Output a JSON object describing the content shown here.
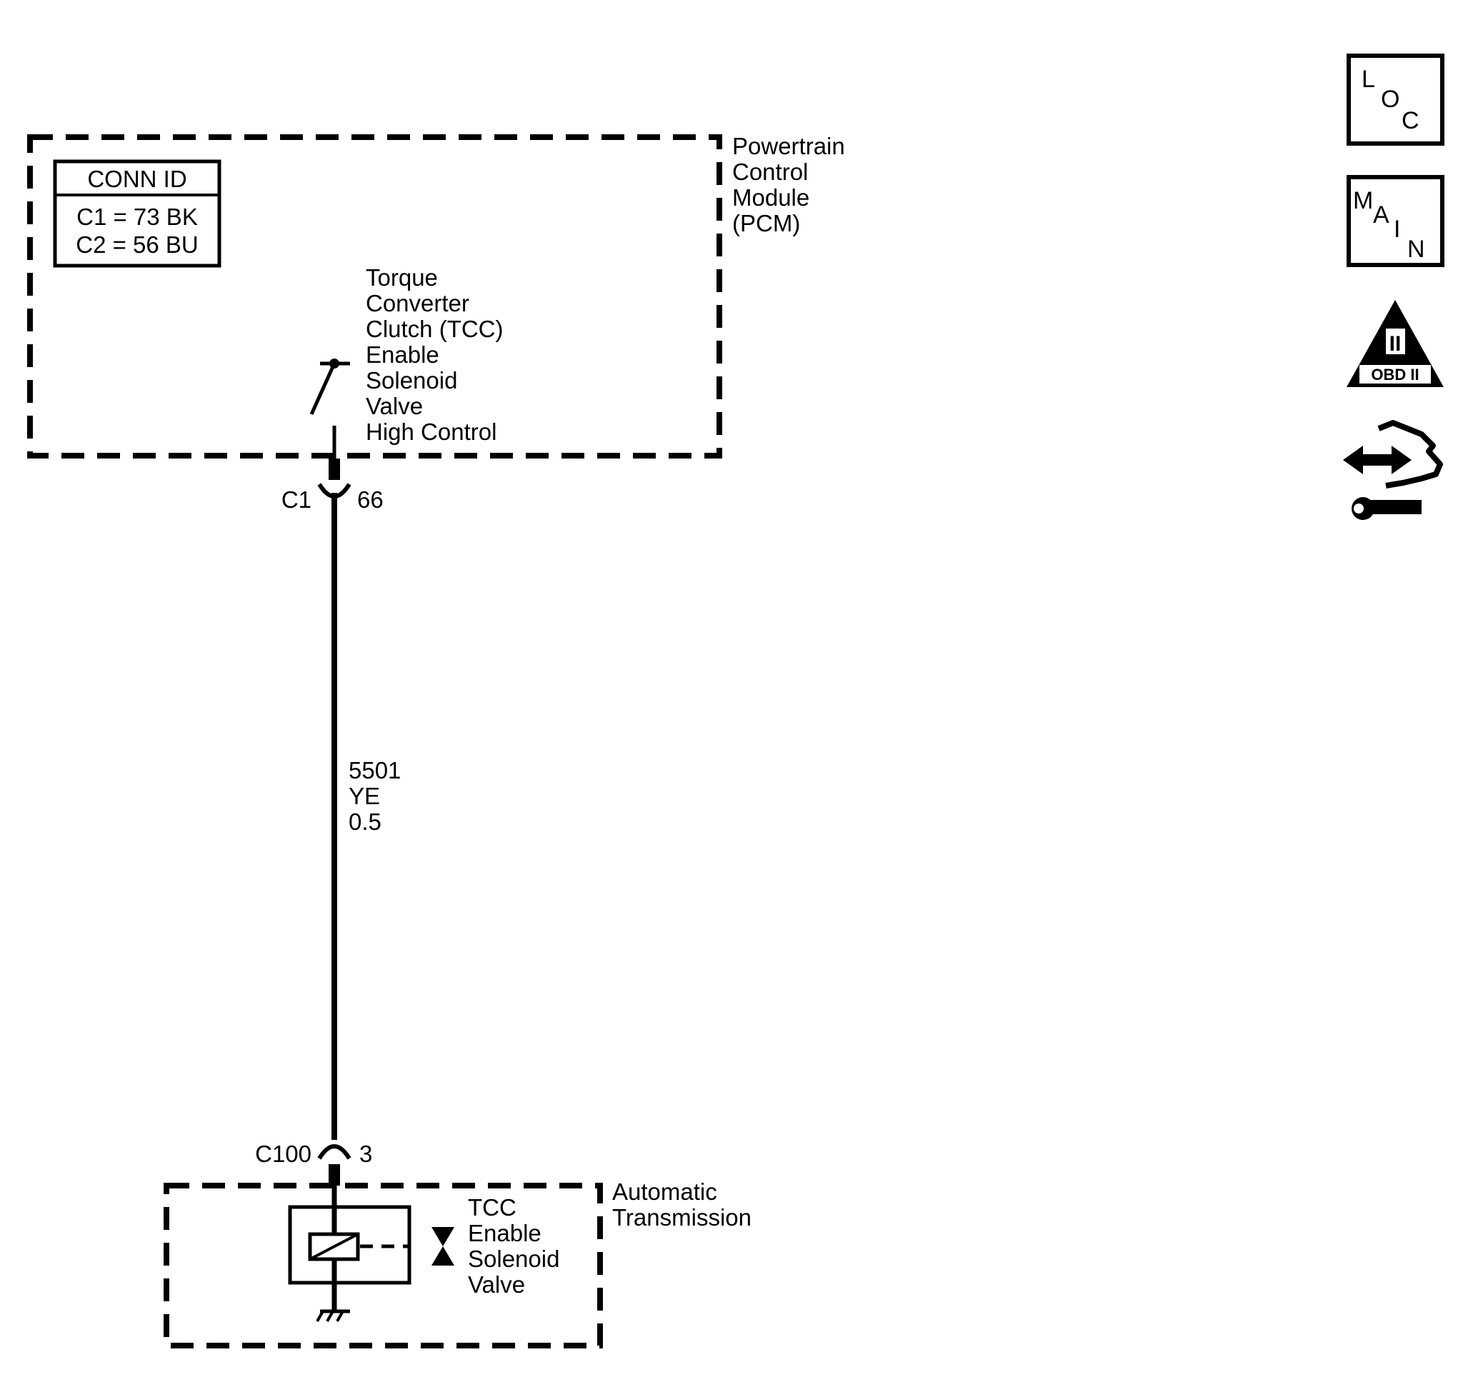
{
  "pcm": {
    "name_lines": [
      "Powertrain",
      "Control",
      "Module",
      "(PCM)"
    ],
    "conn_id": {
      "title": "CONN ID",
      "rows": [
        "C1 = 73 BK",
        "C2 = 56 BU"
      ]
    },
    "function_lines": [
      "Torque",
      "Converter",
      "Clutch (TCC)",
      "Enable",
      "Solenoid",
      "Valve",
      "High Control"
    ]
  },
  "connector_top": {
    "id": "C1",
    "pin": "66"
  },
  "wire": {
    "circuit": "5501",
    "color": "YE",
    "size": "0.5"
  },
  "connector_bottom": {
    "id": "C100",
    "pin": "3"
  },
  "transmission": {
    "name_lines": [
      "Automatic",
      "Transmission"
    ],
    "solenoid_lines": [
      "TCC",
      "Enable",
      "Solenoid",
      "Valve"
    ]
  },
  "side_icons": {
    "loc": {
      "letters": [
        "L",
        "O",
        "C"
      ]
    },
    "main": {
      "letters": [
        "M",
        "A",
        "I",
        "N"
      ]
    },
    "obd": {
      "numeral": "II",
      "label": "OBD II"
    }
  }
}
